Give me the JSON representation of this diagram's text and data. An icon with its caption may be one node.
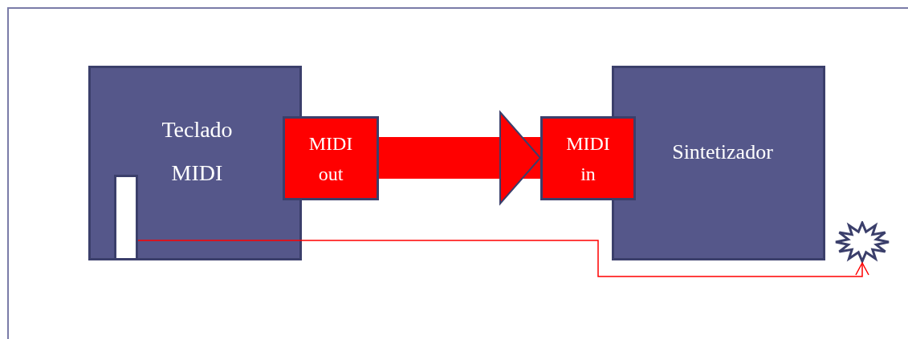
{
  "diagram": {
    "nodes": [
      {
        "text": [
          "Teclado MIDI"
        ]
      },
      {
        "text": [
          "MIDI out"
        ]
      },
      {
        "text": [
          "MIDI in"
        ]
      },
      {
        "text": [
          "Sintetizador"
        ]
      },
      {
        "text": [],
        "shape": "box",
        "in": 0
      },
      {
        "text": [],
        "shape": "burst"
      }
    ],
    "edges": [
      {
        "from": 1,
        "to": 2,
        "arrow": "to",
        "style": "thick",
        "color": "#ff0000"
      },
      {
        "from": 4,
        "to": 5,
        "arrow": "to",
        "color": "#ff0000"
      }
    ]
  }
}
